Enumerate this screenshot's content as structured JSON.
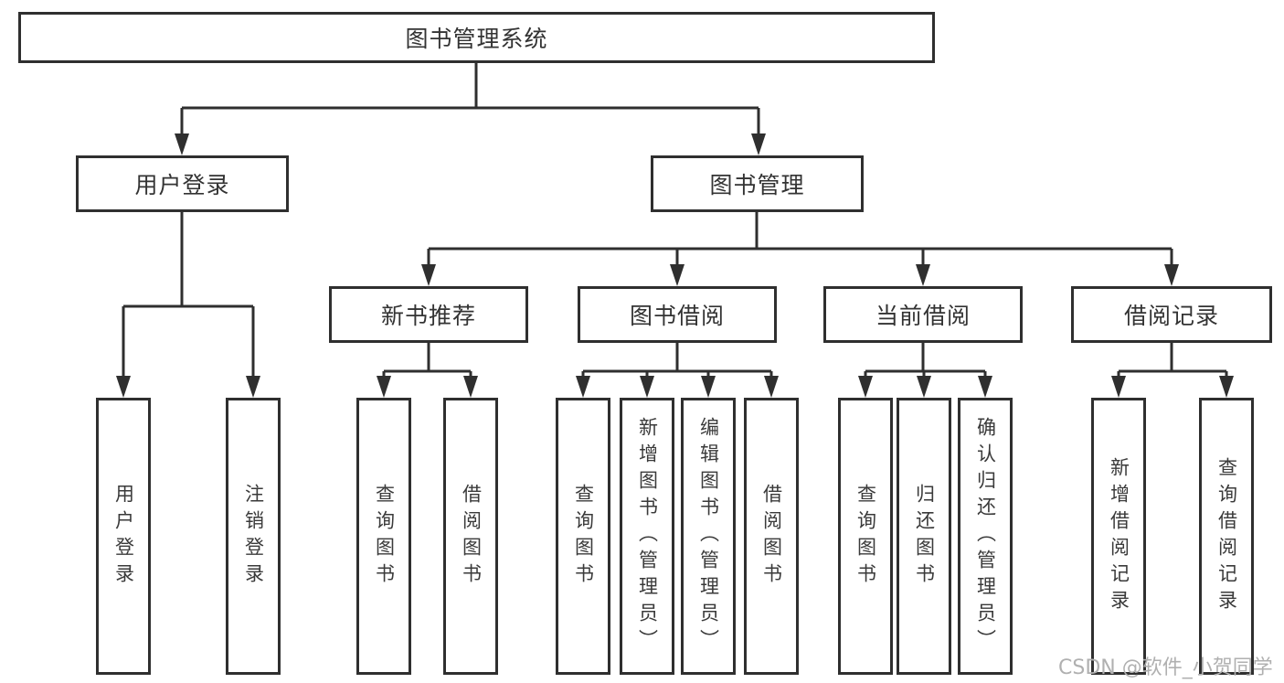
{
  "title": "图书管理系统",
  "watermark": "CSDN @软件_小贺同学",
  "colors": {
    "line": "#2f2f2f",
    "text": "#333333",
    "watermark": "#b0b0b0",
    "background": "#ffffff"
  },
  "tree": {
    "root": {
      "label": "图书管理系统",
      "children": [
        {
          "label": "用户登录",
          "children": [
            {
              "label": "用户登录"
            },
            {
              "label": "注销登录"
            }
          ]
        },
        {
          "label": "图书管理",
          "children": [
            {
              "label": "新书推荐",
              "children": [
                {
                  "label": "查询图书"
                },
                {
                  "label": "借阅图书"
                }
              ]
            },
            {
              "label": "图书借阅",
              "children": [
                {
                  "label": "查询图书"
                },
                {
                  "label": "新增图书（管理员）"
                },
                {
                  "label": "编辑图书（管理员）"
                },
                {
                  "label": "借阅图书"
                }
              ]
            },
            {
              "label": "当前借阅",
              "children": [
                {
                  "label": "查询图书"
                },
                {
                  "label": "归还图书"
                },
                {
                  "label": "确认归还（管理员）"
                }
              ]
            },
            {
              "label": "借阅记录",
              "children": [
                {
                  "label": "新增借阅记录"
                },
                {
                  "label": "查询借阅记录"
                }
              ]
            }
          ]
        }
      ]
    }
  }
}
